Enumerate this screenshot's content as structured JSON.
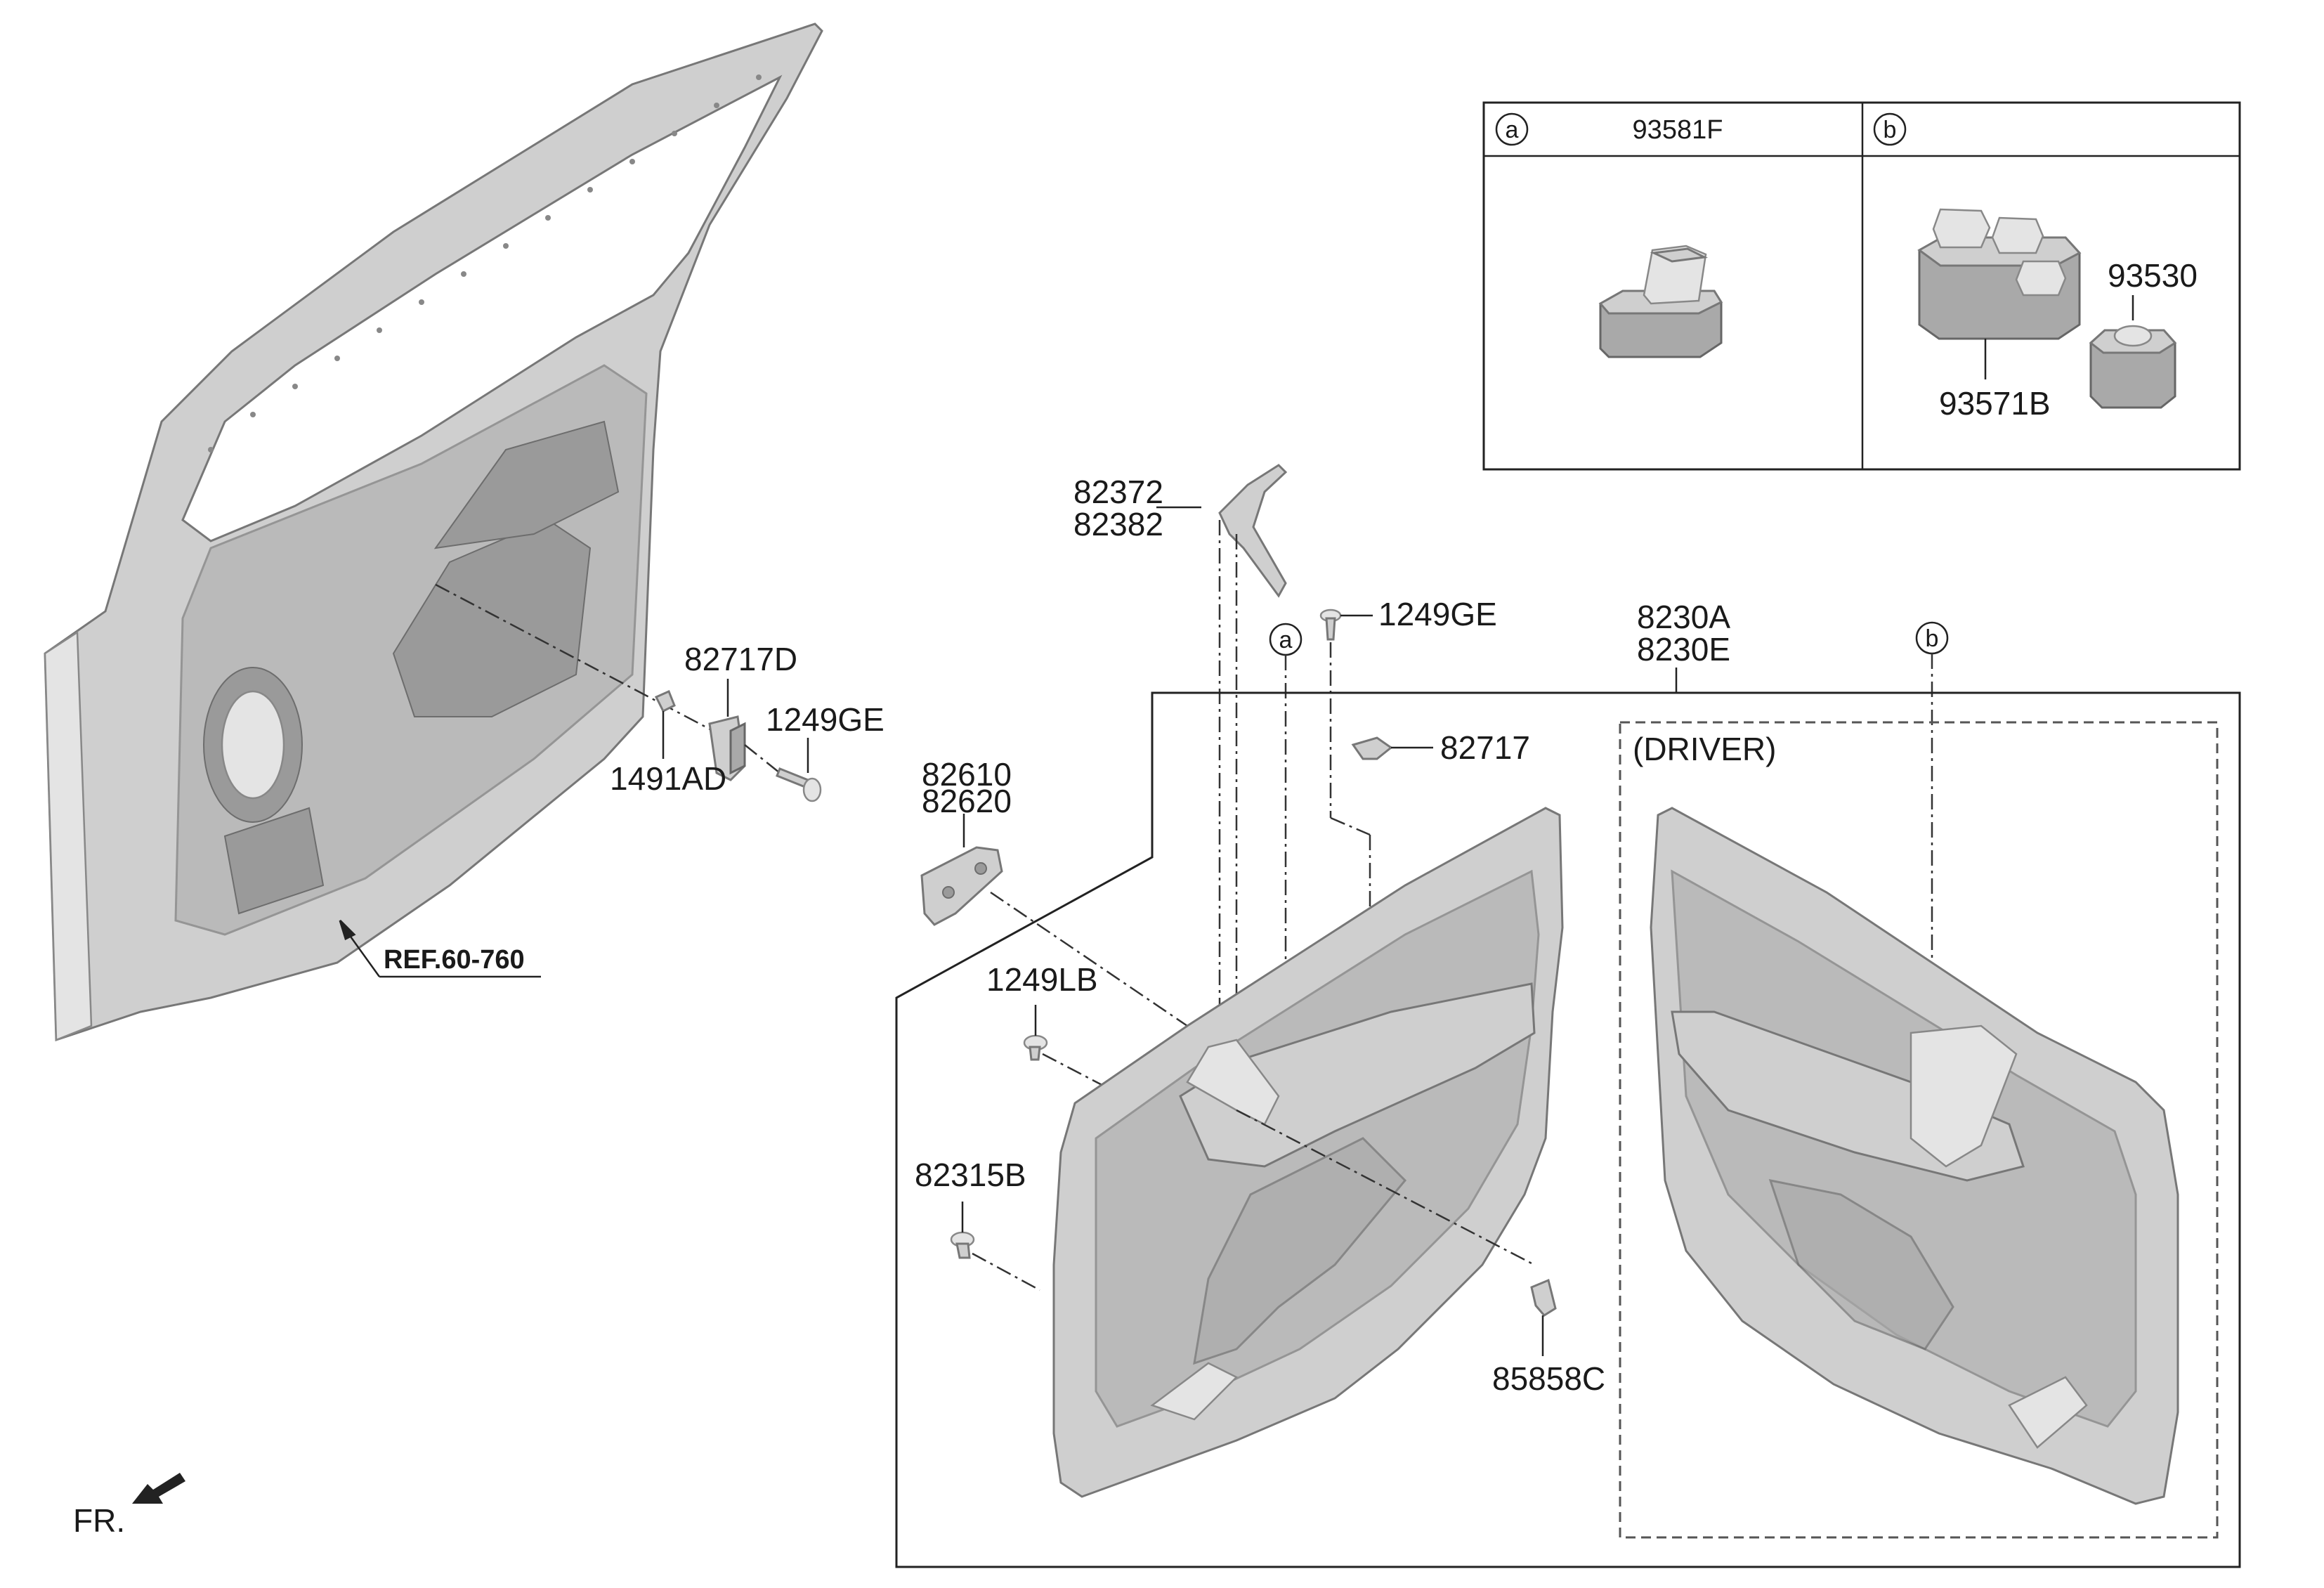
{
  "inset": {
    "a": {
      "marker": "a",
      "part": "93581F"
    },
    "b": {
      "marker": "b",
      "parts": [
        "93530",
        "93571B"
      ]
    }
  },
  "labels": {
    "p82717D": "82717D",
    "p1249GE_left": "1249GE",
    "p1491AD": "1491AD",
    "ref": "REF.60-760",
    "p82372": "82372",
    "p82382": "82382",
    "p1249GE_top": "1249GE",
    "p8230A": "8230A",
    "p8230E": "8230E",
    "p82717": "82717",
    "p82610": "82610",
    "p82620": "82620",
    "p1249LB": "1249LB",
    "p82315B": "82315B",
    "p85858C": "85858C",
    "driver": "(DRIVER)",
    "fr": "FR."
  },
  "markers": {
    "a": "a",
    "b": "b"
  },
  "colors": {
    "line": "#222222",
    "part_fill": "#cfcfcf",
    "part_shade": "#a9a9a9"
  }
}
